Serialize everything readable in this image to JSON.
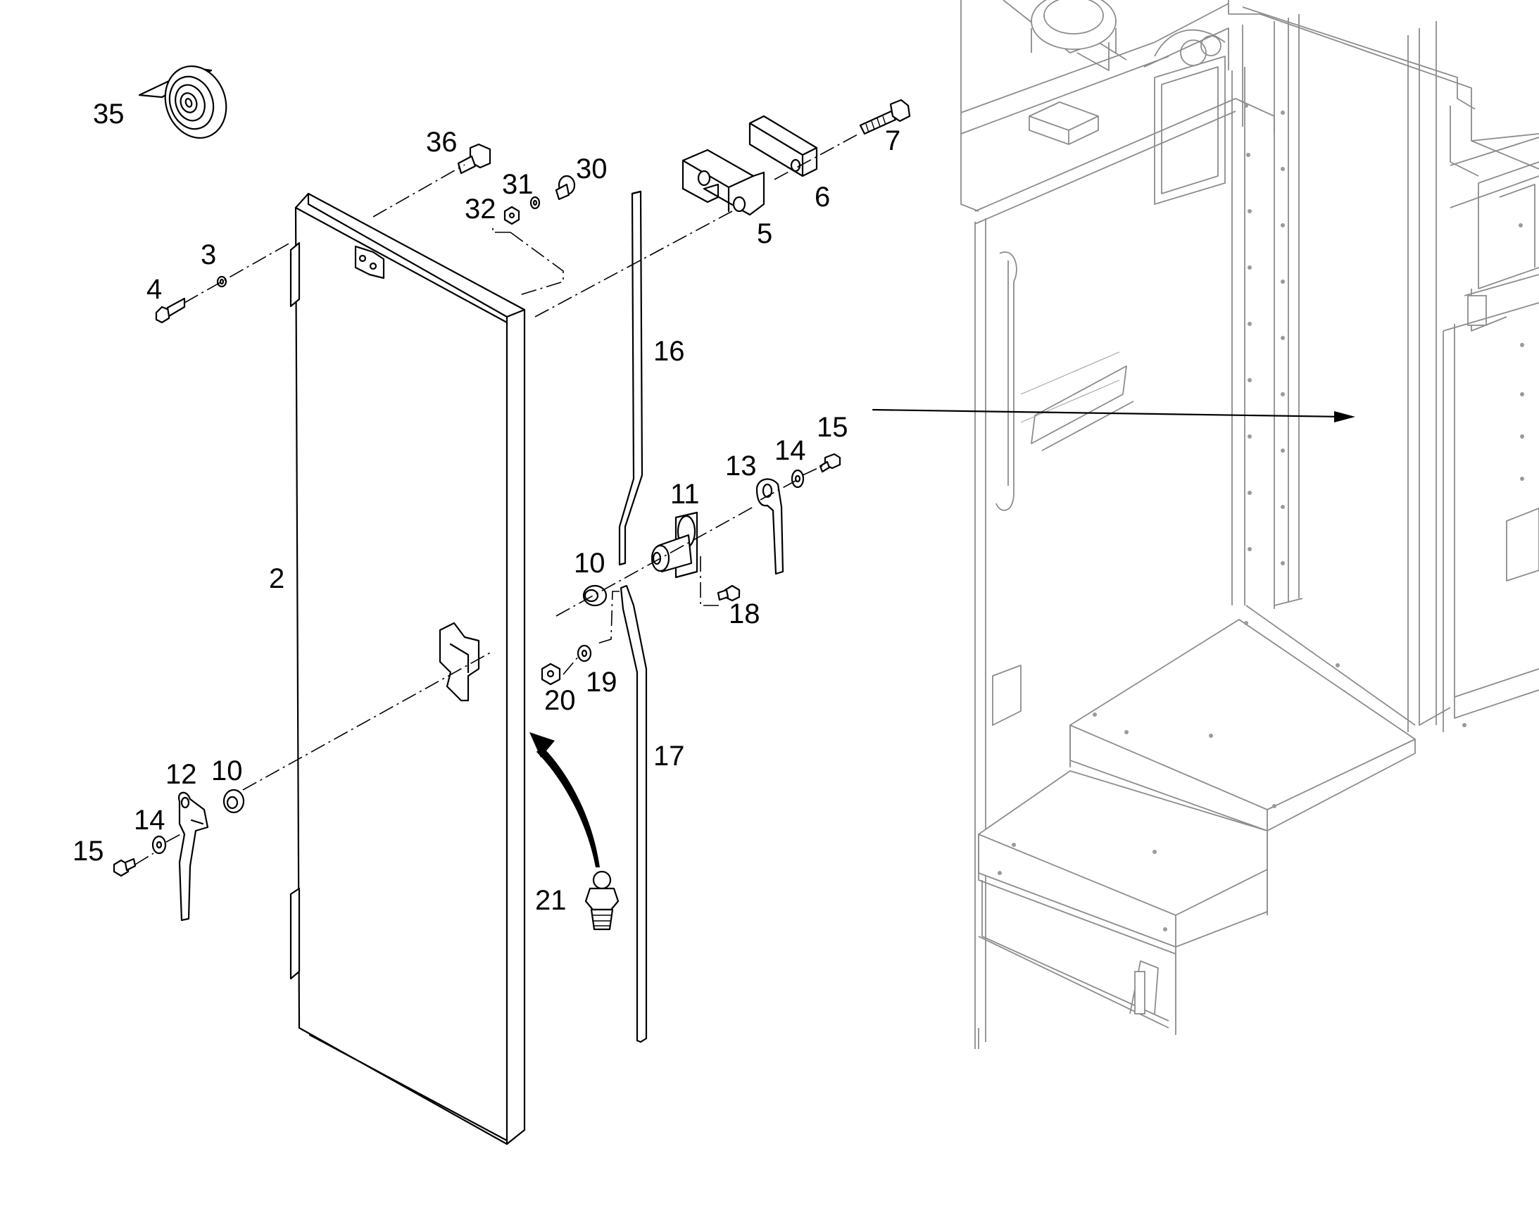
{
  "callouts": {
    "door": "2",
    "washer_3": "3",
    "bolt_4": "4",
    "bracket_5": "5",
    "plate_6": "6",
    "bolt_7": "7",
    "seal_10_upper": "10",
    "seal_10_lower": "10",
    "lock_11": "11",
    "handle_12": "12",
    "handle_13": "13",
    "washer_14_upper": "14",
    "washer_14_lower": "14",
    "screw_15_upper": "15",
    "screw_15_lower": "15",
    "rod_16": "16",
    "rod_17": "17",
    "screw_18": "18",
    "washer_19": "19",
    "nut_20": "20",
    "grease_fitting_21": "21",
    "cap_30": "30",
    "washer_31": "31",
    "nut_32": "32",
    "tape_35": "35",
    "bolt_36": "36"
  }
}
